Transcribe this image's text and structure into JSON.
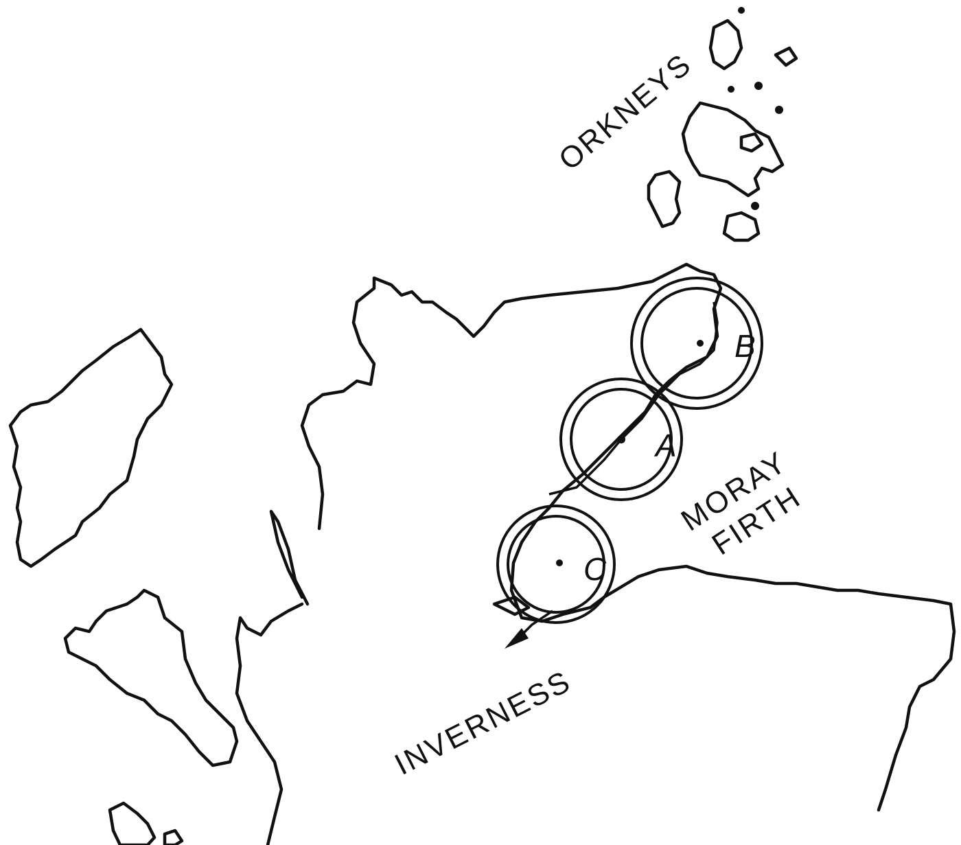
{
  "map": {
    "labels": {
      "orkneys": "ORKNEYS",
      "moray_line1": "MORAY",
      "moray_line2": "FIRTH",
      "inverness": "INVERNESS"
    },
    "zones": [
      {
        "id": "A",
        "label": "A"
      },
      {
        "id": "B",
        "label": "B"
      },
      {
        "id": "C",
        "label": "C"
      }
    ],
    "colors": {
      "ink": "#111111",
      "paper": "#ffffff"
    }
  }
}
